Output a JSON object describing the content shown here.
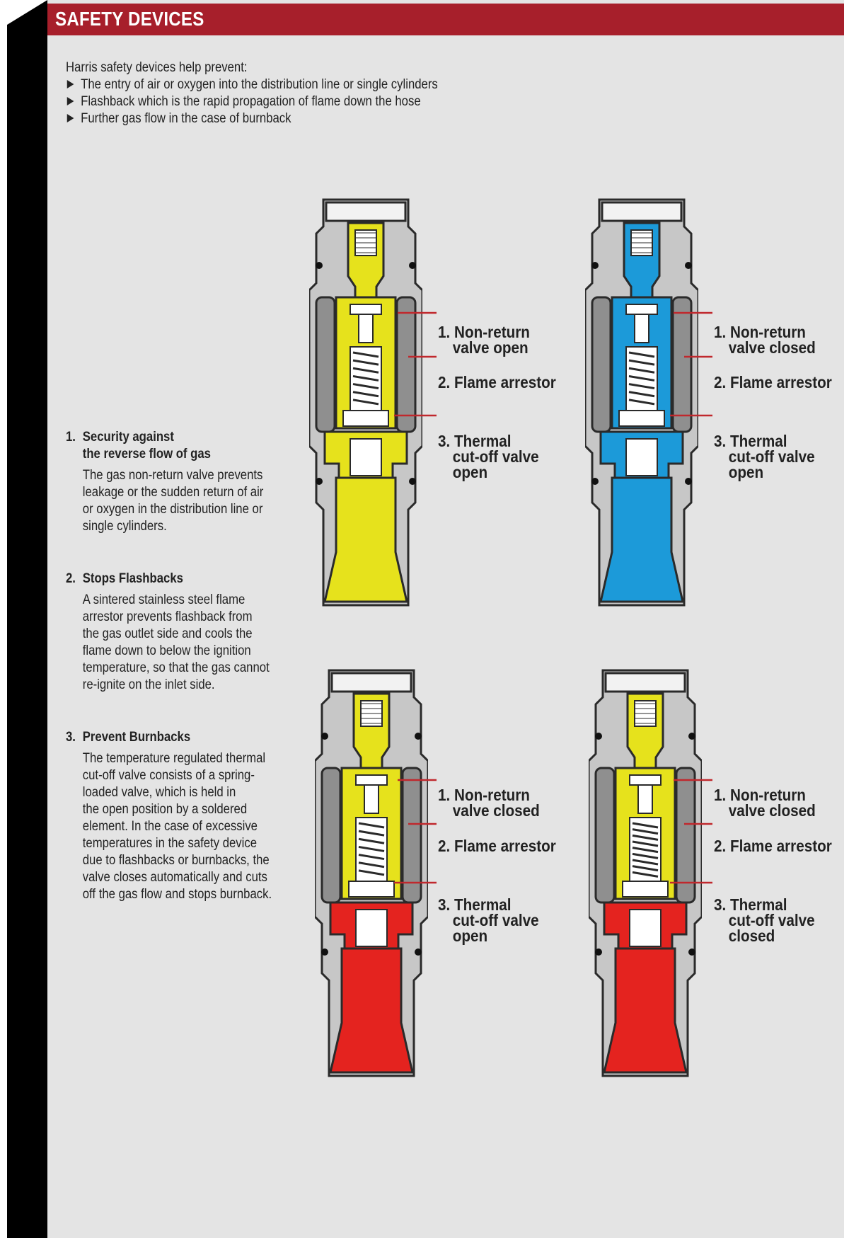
{
  "header": {
    "title": "SAFETY DEVICES"
  },
  "intro": {
    "lead": "Harris safety devices help prevent:",
    "items": [
      "The entry of air or oxygen into the distribution line or single cylinders",
      "Flashback which is the rapid propagation of flame down the hose",
      "Further gas flow in the case of burnback"
    ]
  },
  "features": [
    {
      "num": "1.",
      "title_lines": [
        "Security against",
        "the reverse flow of gas"
      ],
      "body_lines": [
        "The gas non-return valve prevents",
        "leakage or the sudden return of air",
        "or oxygen in the distribution line or",
        "single cylinders."
      ]
    },
    {
      "num": "2.",
      "title_lines": [
        "Stops Flashbacks"
      ],
      "body_lines": [
        "A sintered stainless steel flame",
        "arrestor prevents flashback from",
        "the gas outlet side and cools the",
        "flame down to below the ignition",
        "temperature, so that the gas cannot",
        "re-ignite on the inlet side."
      ]
    },
    {
      "num": "3.",
      "title_lines": [
        "Prevent Burnbacks"
      ],
      "body_lines": [
        "The temperature regulated thermal",
        "cut-off valve consists of a spring-",
        "loaded valve, which is held in",
        "the open position by a soldered",
        "element. In the case of excessive",
        "temperatures in the safety device",
        "due to flashbacks or burnbacks, the",
        "valve closes automatically and cuts",
        "off the gas flow and stops burnback."
      ]
    }
  ],
  "diagrams": [
    {
      "name": "valve-diagram-top-left",
      "colors": {
        "upper": "#e6e21c",
        "lower": "#e6e21c"
      },
      "spring": "compressed",
      "labels": {
        "l1a": "1. Non-return",
        "l1b": "valve open",
        "l2": "2. Flame arrestor",
        "l3a": "3. Thermal",
        "l3b": "cut-off valve",
        "l3c": "open"
      }
    },
    {
      "name": "valve-diagram-top-right",
      "colors": {
        "upper": "#1c9ad9",
        "lower": "#1c9ad9"
      },
      "spring": "compressed",
      "labels": {
        "l1a": "1. Non-return",
        "l1b": "valve closed",
        "l2": "2. Flame arrestor",
        "l3a": "3. Thermal",
        "l3b": "cut-off valve",
        "l3c": "open"
      }
    },
    {
      "name": "valve-diagram-bottom-left",
      "colors": {
        "upper": "#e6e21c",
        "lower": "#e4231f"
      },
      "spring": "compressed",
      "labels": {
        "l1a": "1. Non-return",
        "l1b": "valve closed",
        "l2": "2. Flame arrestor",
        "l3a": "3. Thermal",
        "l3b": "cut-off valve",
        "l3c": "open"
      }
    },
    {
      "name": "valve-diagram-bottom-right",
      "colors": {
        "upper": "#e6e21c",
        "lower": "#e4231f"
      },
      "spring": "extended",
      "labels": {
        "l1a": "1. Non-return",
        "l1b": "valve closed",
        "l2": "2. Flame arrestor",
        "l3a": "3. Thermal",
        "l3b": "cut-off valve",
        "l3c": "closed"
      }
    }
  ],
  "palette": {
    "brand_red": "#a71f2b",
    "body_grey": "#c7c7c7",
    "page_bg": "#e4e4e4",
    "callout_line": "#c0282d"
  }
}
